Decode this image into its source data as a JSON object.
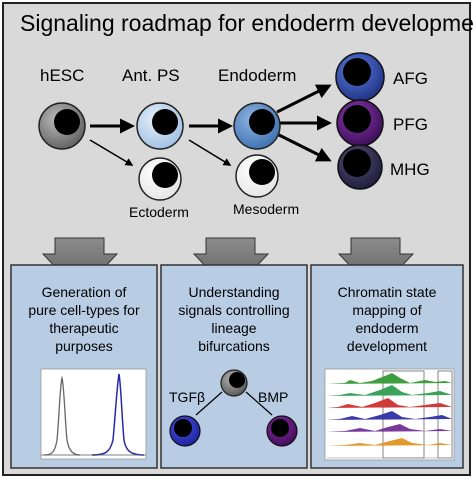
{
  "title": "Signaling roadmap for endoderm development",
  "cells": {
    "hesc": "hESC",
    "ant_ps": "Ant. PS",
    "endoderm": "Endoderm",
    "ectoderm": "Ectoderm",
    "mesoderm": "Mesoderm",
    "afg": "AFG",
    "pfg": "PFG",
    "mhg": "MHG"
  },
  "panels": [
    {
      "lines": [
        "Generation of",
        "pure cell-types for",
        "therapeutic",
        "purposes"
      ]
    },
    {
      "lines": [
        "Understanding",
        "signals controlling",
        "lineage",
        "bifurcations"
      ],
      "left_label": "TGFβ",
      "right_label": "BMP"
    },
    {
      "lines": [
        "Chromatin state",
        "mapping of",
        "endoderm",
        "development"
      ]
    }
  ],
  "colors": {
    "background": "#d9d9d9",
    "panel_fill": "#b8cce4",
    "hesc": "#8a8a8a",
    "ant_ps": "#bcd3ec",
    "endoderm": "#5b8fc9",
    "afg": "#2f4fb0",
    "pfg": "#5a1a7a",
    "mhg": "#2e2850"
  }
}
